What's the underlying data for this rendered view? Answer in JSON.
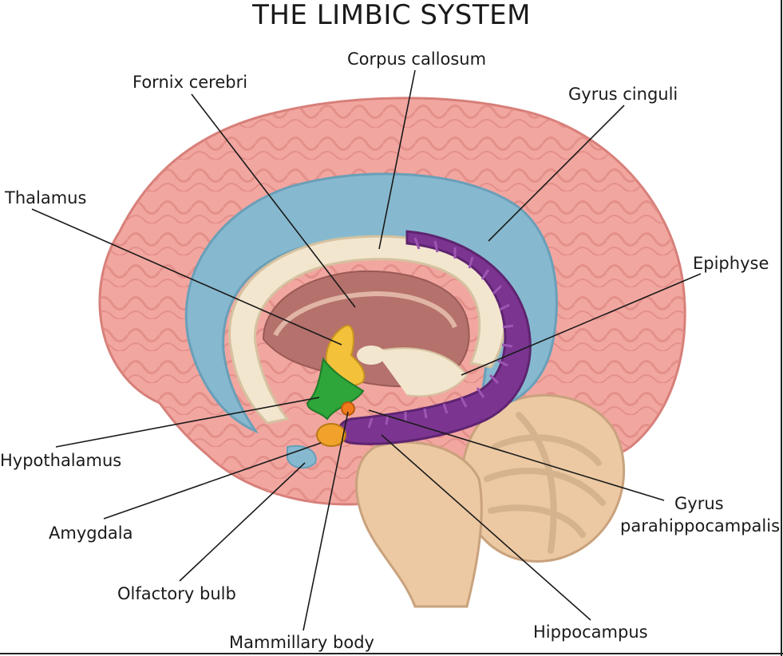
{
  "title": "THE LIMBIC SYSTEM",
  "labels": {
    "corpus_callosum": "Corpus callosum",
    "fornix_cerebri": "Fornix cerebri",
    "gyrus_cinguli": "Gyrus cinguli",
    "thalamus": "Thalamus",
    "epiphyse": "Epiphyse",
    "hypothalamus": "Hypothalamus",
    "gyrus_parahippocampalis_1": "Gyrus",
    "gyrus_parahippocampalis_2": "parahippocampalis",
    "amygdala": "Amygdala",
    "olfactory_bulb": "Olfactory bulb",
    "mammillary_body": "Mammillary body",
    "hippocampus": "Hippocampus"
  },
  "colors": {
    "cortex": "#f2a6a0",
    "cortex_dark": "#e38c86",
    "cingulate": "#86b9cf",
    "corpus_callosum": "#f3e6cf",
    "inner": "#b5716c",
    "hippocampus": "#7b3591",
    "thalamus": "#f3c23a",
    "hypothalamus": "#2ea63a",
    "amygdala": "#f0a22a",
    "brainstem": "#ecc9a3",
    "leader_line": "#1a1a1a"
  }
}
